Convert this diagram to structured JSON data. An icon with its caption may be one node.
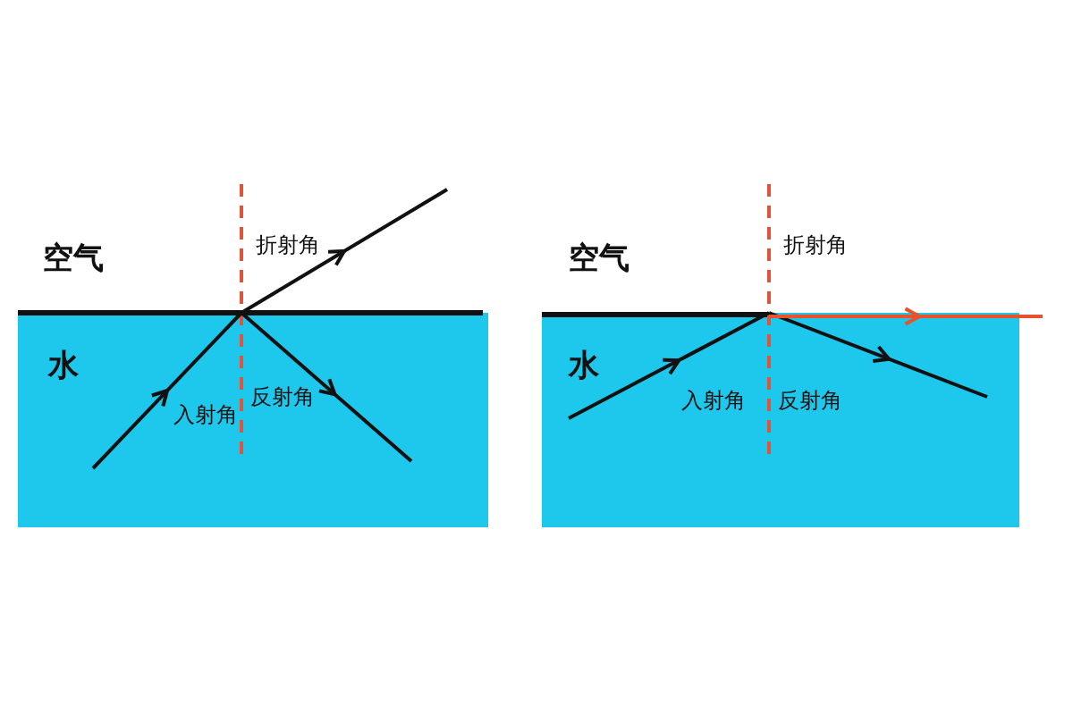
{
  "diagram": {
    "nodes": [
      {
        "text": [
          "水"
        ]
      },
      {
        "text": [
          "水"
        ]
      }
    ],
    "labels": [
      "空气",
      "折射角",
      "入射角",
      "反射角",
      "空气",
      "折射角",
      "入射角",
      "反射角"
    ]
  }
}
